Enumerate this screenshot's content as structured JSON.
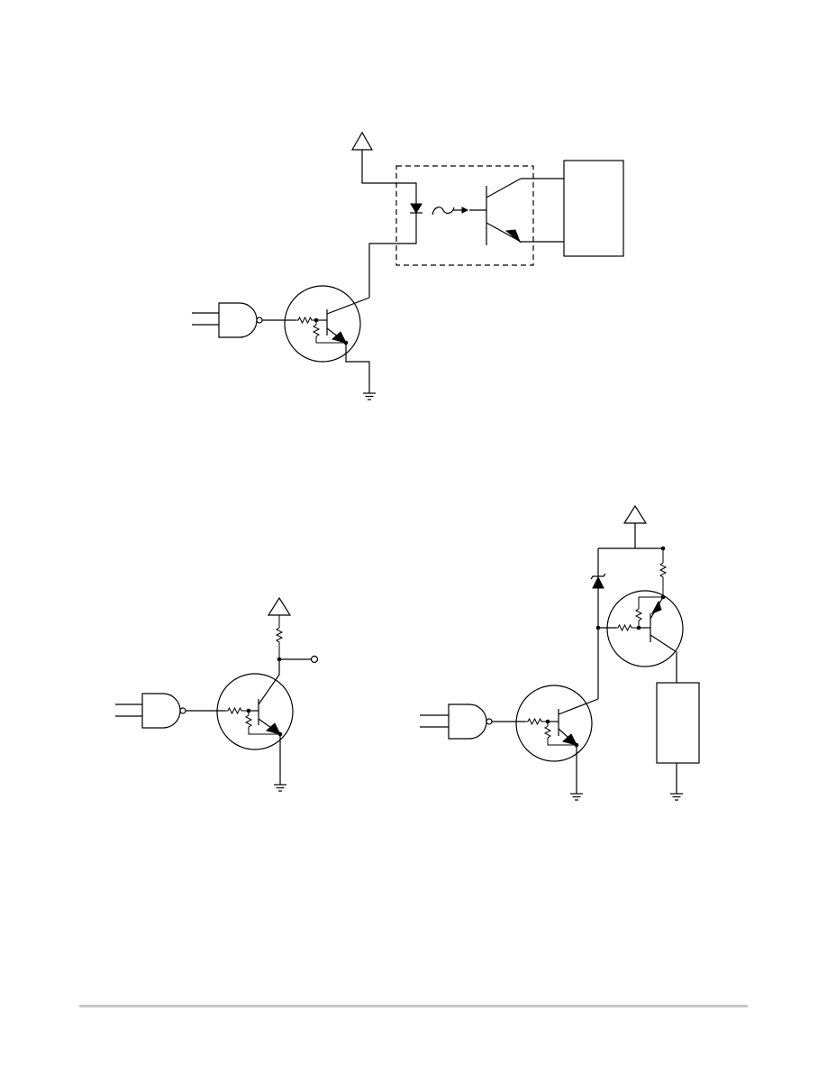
{
  "page": {
    "background": "#ffffff",
    "line_color": "#000000",
    "footer_rule_color": "#c8c8c8"
  },
  "figures": [
    {
      "id": "optocoupler-drive-circuit",
      "text": ""
    },
    {
      "id": "pullup-output-circuit",
      "text": ""
    },
    {
      "id": "pnp-high-side-load-circuit",
      "text": ""
    }
  ],
  "icons": [
    "nand-gate-icon",
    "npn-transistor-icon",
    "pnp-transistor-icon",
    "resistor-icon",
    "zener-diode-icon",
    "led-icon",
    "phototransistor-icon",
    "ground-icon",
    "supply-triangle-icon",
    "load-box-icon",
    "junction-dot-icon",
    "output-terminal-icon"
  ]
}
